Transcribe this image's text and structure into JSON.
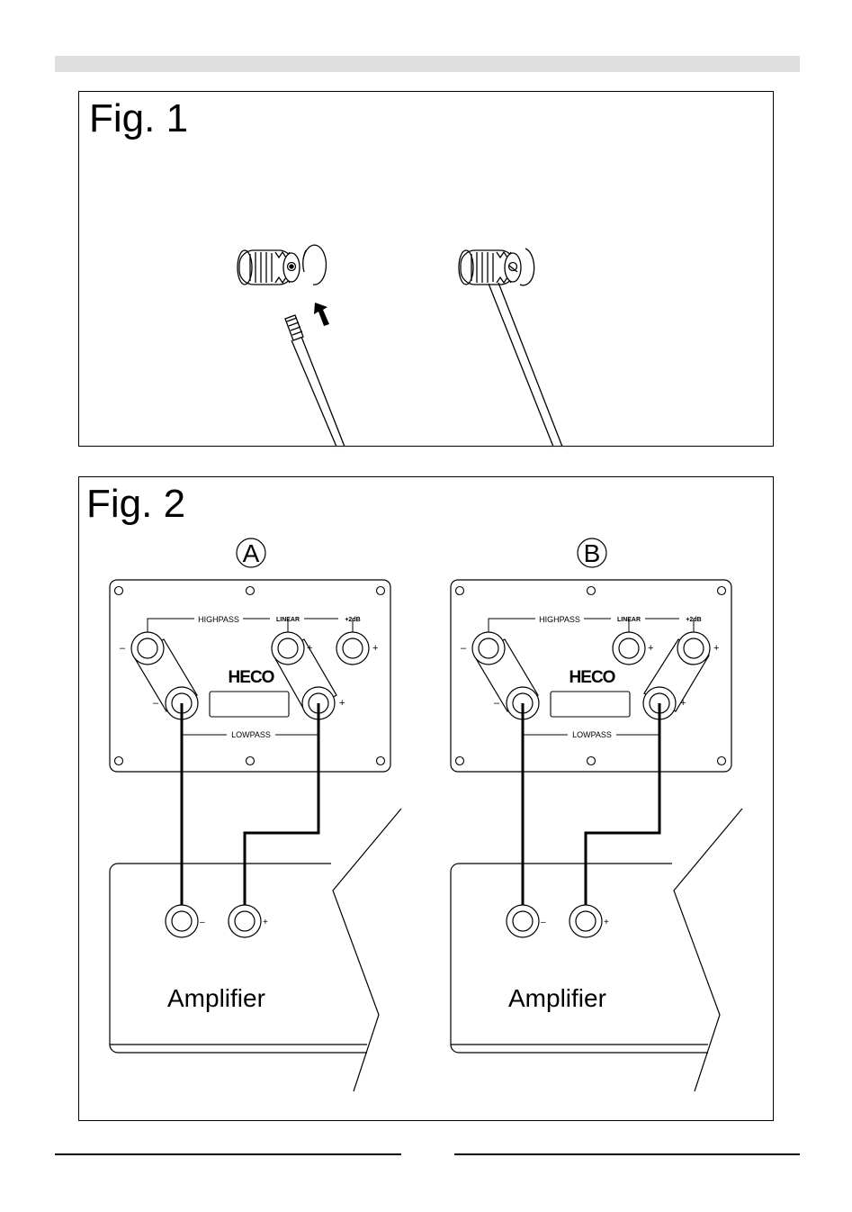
{
  "fig1": {
    "title": "Fig. 1"
  },
  "fig2": {
    "title": "Fig. 2",
    "panels": [
      {
        "letter": "A",
        "labels": {
          "highpass": "HIGHPASS",
          "linear": "LINEAR",
          "plus2db": "+2dB",
          "lowpass": "LOWPASS",
          "brand": "HECO",
          "amplifier": "Amplifier"
        },
        "signs": {
          "minus": "–",
          "plus": "+"
        }
      },
      {
        "letter": "B",
        "labels": {
          "highpass": "HIGHPASS",
          "linear": "LINEAR",
          "plus2db": "+2dB",
          "lowpass": "LOWPASS",
          "brand": "HECO",
          "amplifier": "Amplifier"
        },
        "signs": {
          "minus": "–",
          "plus": "+"
        }
      }
    ]
  }
}
